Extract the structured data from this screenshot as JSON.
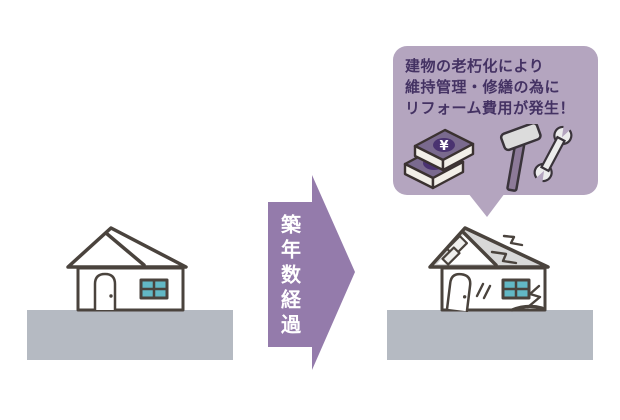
{
  "arrow": {
    "label": "築年数経過",
    "color": "#947bab"
  },
  "bubble": {
    "line1": "建物の老朽化により",
    "line2": "維持管理・修繕の為に",
    "line3": "リフォーム費用が発生！",
    "bg_color": "#b4a5bf",
    "text_color": "#443263"
  },
  "icons": {
    "money": "money-stack-icon",
    "hammer": "hammer-icon",
    "wrench": "wrench-icon",
    "yen_symbol": "¥"
  },
  "scene": {
    "left_house": "new-house",
    "right_house": "aged-damaged-house",
    "ground_color": "#b5bac2",
    "outline_color": "#4a433d",
    "window_color": "#62b8c5",
    "aged_roof_color": "#d8d8d8"
  }
}
